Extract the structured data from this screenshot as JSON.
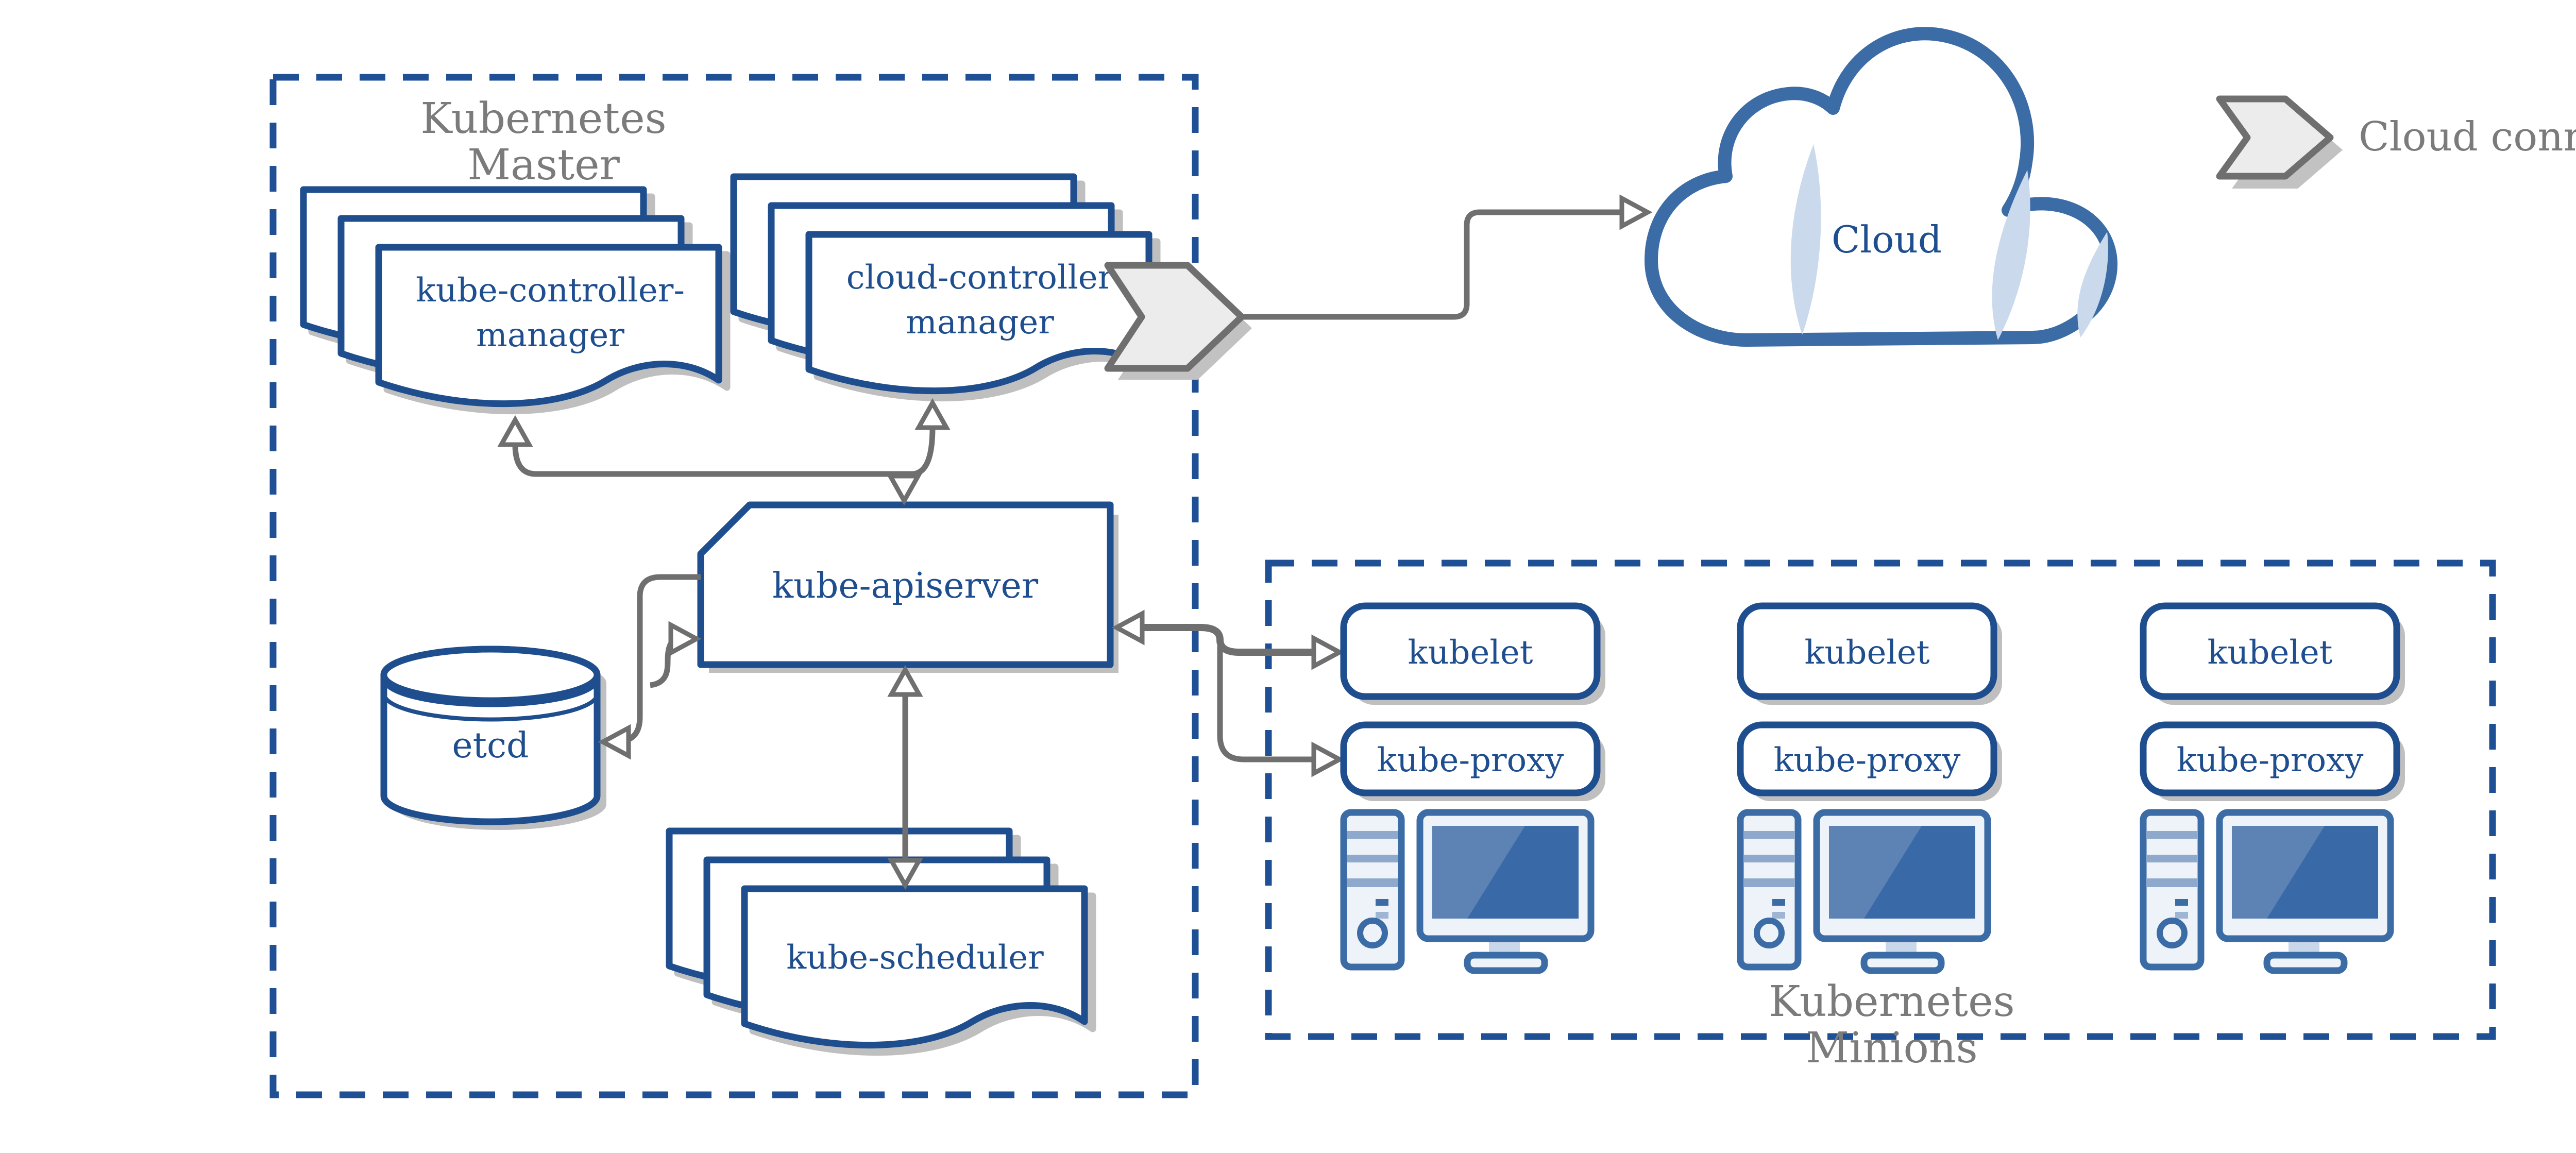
{
  "colors": {
    "outline_blue": "#1f4e8f",
    "dash_blue": "#1f5096",
    "device_blue": "#3c6ca6",
    "screen_blue": "#3a69a8",
    "screen_highlight": "#5d83b5",
    "panel_light": "#eef3f9",
    "stripe_blue": "#8fa9cc",
    "crescent_blue": "#cbd9ec",
    "label_gray": "#7b7b7b",
    "arrow_gray": "#6f6f6f",
    "shadow_gray": "#bfbfbf",
    "chevron_fill": "#ececec"
  },
  "master": {
    "title_line1": "Kubernetes",
    "title_line2": "Master",
    "kube_controller_manager": {
      "line1": "kube-controller-",
      "line2": "manager"
    },
    "cloud_controller_manager": {
      "line1": "cloud-controller",
      "line2": "manager"
    },
    "kube_apiserver": {
      "label": "kube-apiserver"
    },
    "etcd": {
      "label": "etcd"
    },
    "kube_scheduler": {
      "label": "kube-scheduler"
    }
  },
  "cloud": {
    "label": "Cloud"
  },
  "legend": {
    "cloud_connector": "Cloud connector"
  },
  "minions": {
    "title_line1": "Kubernetes",
    "title_line2": "Minions",
    "nodes": [
      {
        "kubelet": "kubelet",
        "kube_proxy": "kube-proxy"
      },
      {
        "kubelet": "kubelet",
        "kube_proxy": "kube-proxy"
      },
      {
        "kubelet": "kubelet",
        "kube_proxy": "kube-proxy"
      }
    ]
  }
}
